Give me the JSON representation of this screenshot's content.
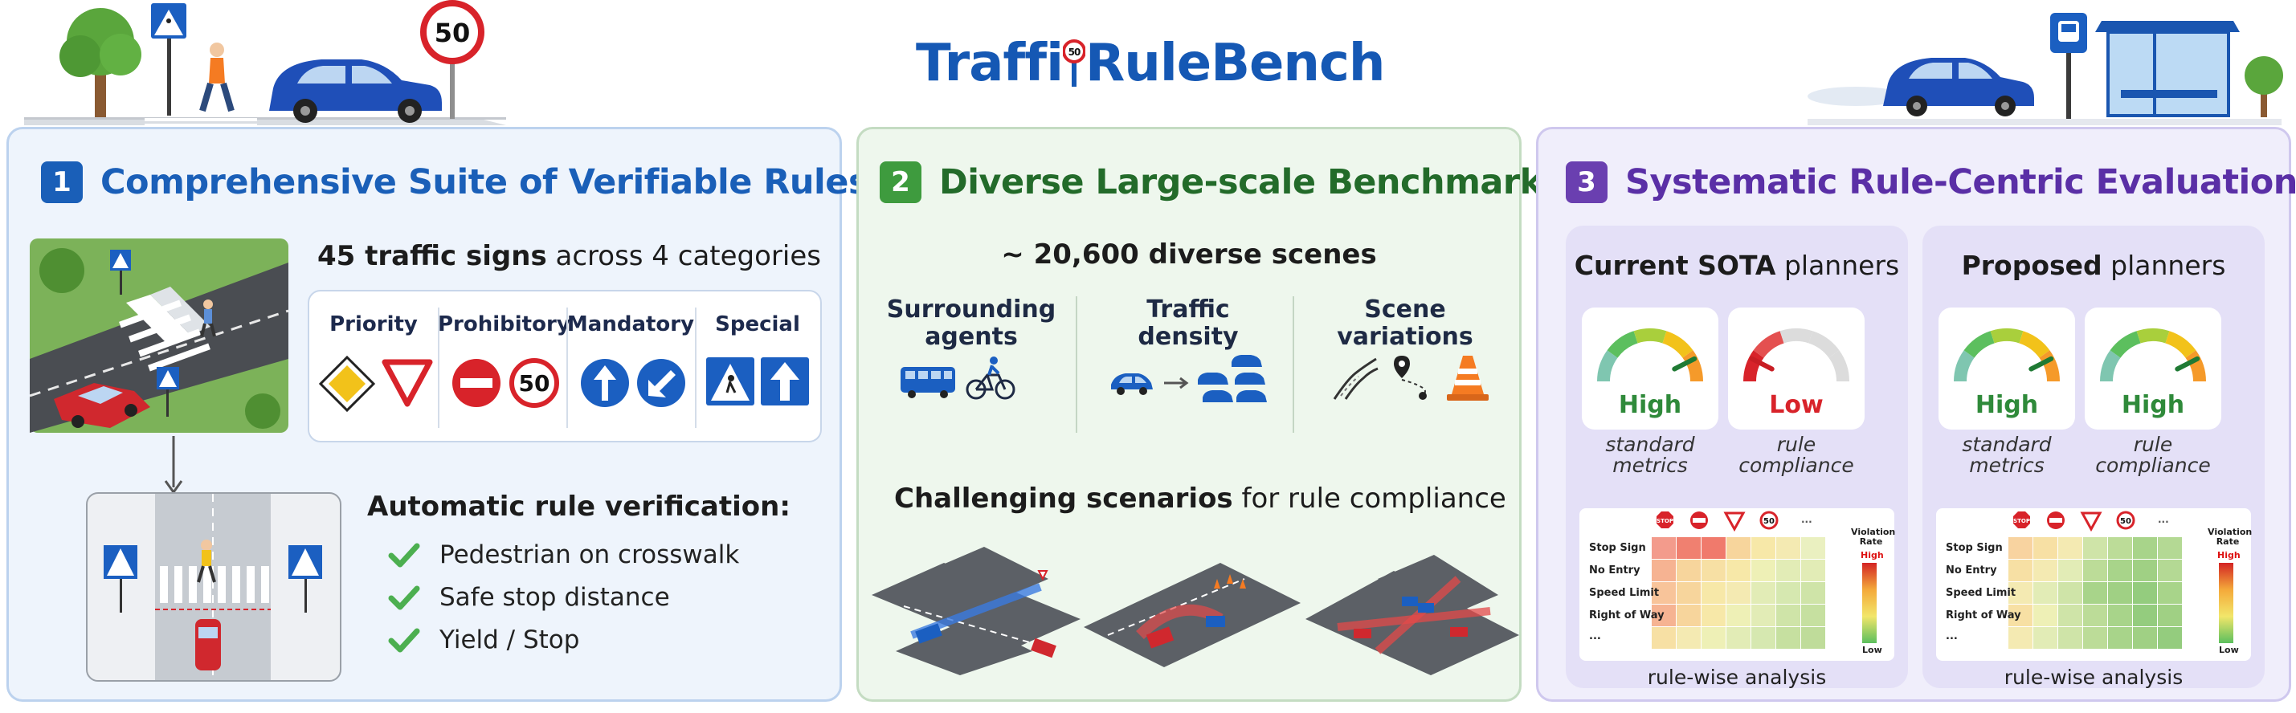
{
  "header": {
    "title_left": "Traffi",
    "title_right": "RuleBench",
    "speed_sign_value": "50"
  },
  "panel1": {
    "number": "1",
    "title": "Comprehensive Suite of Verifiable Rules",
    "signs_bold": "45 traffic signs",
    "signs_rest": " across 4 categories",
    "categories": [
      {
        "label": "Priority"
      },
      {
        "label": "Prohibitory",
        "speed_value": "50"
      },
      {
        "label": "Mandatory"
      },
      {
        "label": "Special"
      }
    ],
    "verification_title": "Automatic rule verification:",
    "checks": [
      "Pedestrian on crosswalk",
      "Safe stop distance",
      "Yield / Stop"
    ]
  },
  "panel2": {
    "number": "2",
    "title": "Diverse Large-scale Benchmark",
    "scenes_text": "~ 20,600 diverse scenes",
    "factors": [
      {
        "line1": "Surrounding",
        "line2": "agents"
      },
      {
        "line1": "Traffic",
        "line2": "density"
      },
      {
        "line1": "Scene",
        "line2": "variations"
      }
    ],
    "challenge_bold": "Challenging scenarios",
    "challenge_rest": " for rule compliance"
  },
  "panel3": {
    "number": "3",
    "title": "Systematic Rule-Centric Evaluation",
    "current": {
      "title_bold": "Current SOTA",
      "title_rest": " planners",
      "gauges": [
        {
          "value": "High",
          "level": 0.85,
          "caption_line1": "standard",
          "caption_line2": "metrics"
        },
        {
          "value": "Low",
          "level": 0.15,
          "caption_line1": "rule compliance",
          "caption_line2": ""
        }
      ],
      "heatmap_caption": "rule-wise analysis"
    },
    "proposed": {
      "title_bold": "Proposed",
      "title_rest": " planners",
      "gauges": [
        {
          "value": "High",
          "level": 0.85,
          "caption_line1": "standard",
          "caption_line2": "metrics"
        },
        {
          "value": "High",
          "level": 0.85,
          "caption_line1": "rule compliance",
          "caption_line2": ""
        }
      ],
      "heatmap_caption": "rule-wise analysis"
    },
    "heatmap": {
      "rows": [
        "Stop Sign",
        "No Entry",
        "Speed Limit",
        "Right of Way",
        "..."
      ],
      "legend_title_1": "Violation",
      "legend_title_2": "Rate",
      "legend_high": "High",
      "legend_low": "Low",
      "sign_labels": {
        "stop": "STOP",
        "speed": "50"
      }
    }
  }
}
